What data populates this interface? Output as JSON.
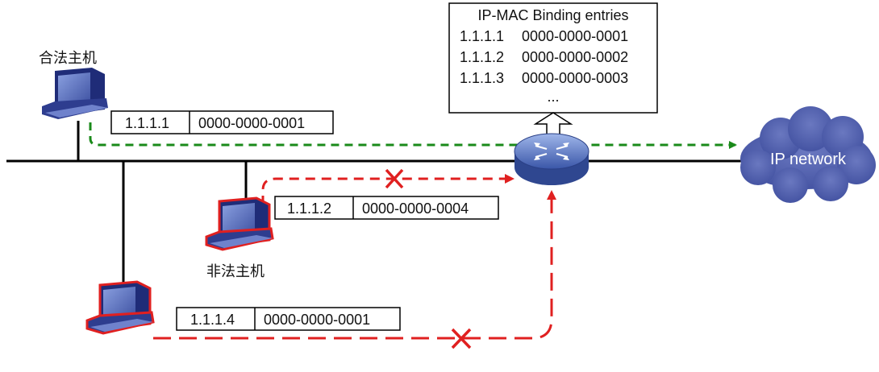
{
  "binding_table": {
    "title": "IP-MAC Binding entries",
    "entries": [
      {
        "ip": "1.1.1.1",
        "mac": "0000-0000-0001"
      },
      {
        "ip": "1.1.1.2",
        "mac": "0000-0000-0002"
      },
      {
        "ip": "1.1.1.3",
        "mac": "0000-0000-0003"
      }
    ],
    "ellipsis": "..."
  },
  "hosts": {
    "legal": {
      "label": "合法主机",
      "ip": "1.1.1.1",
      "mac": "0000-0000-0001"
    },
    "illegal": {
      "label": "非法主机",
      "ip": "1.1.1.2",
      "mac": "0000-0000-0004"
    },
    "spoof": {
      "ip": "1.1.1.4",
      "mac": "0000-0000-0001"
    }
  },
  "cloud": {
    "label": "IP network"
  },
  "colors": {
    "allowed_flow": "#1a8a1a",
    "blocked_flow": "#e02020",
    "host_normal": "#2b3a8c",
    "host_illegal_outline": "#e02020",
    "cloud": "#4a5aa8",
    "switch": "#3f5fae"
  },
  "icons": {
    "host": "computer-icon",
    "switch": "switch-icon",
    "cloud": "cloud-icon",
    "block": "cross-icon"
  }
}
